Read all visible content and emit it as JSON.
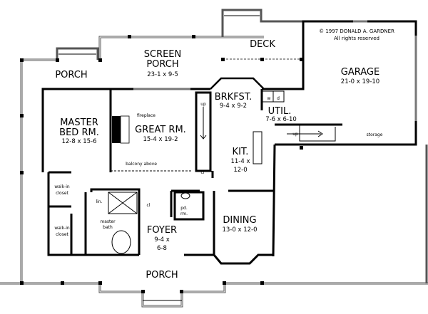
{
  "copyright": {
    "line1": "© 1997 DONALD A. GARDNER",
    "line2": "All rights reserved"
  },
  "rooms": {
    "screen_porch": {
      "name1": "SCREEN",
      "name2": "PORCH",
      "dims": "23-1 x 9-5"
    },
    "porch_rear": {
      "name": "PORCH"
    },
    "deck": {
      "name": "DECK"
    },
    "garage": {
      "name": "GARAGE",
      "dims": "21-0 x 19-10"
    },
    "brkfst": {
      "name": "BRKFST.",
      "dims": "9-4 x 9-2"
    },
    "util": {
      "name": "UTIL.",
      "dims": "7-6 x 6-10"
    },
    "master_bed": {
      "name1": "MASTER",
      "name2": "BED RM.",
      "dims": "12-8 x 15-6"
    },
    "great_rm": {
      "name": "GREAT RM.",
      "dims": "15-4 x 19-2"
    },
    "kit": {
      "name": "KIT.",
      "dims1": "11-4 x",
      "dims2": "12-0"
    },
    "dining": {
      "name": "DINING",
      "dims": "13-0 x 12-0"
    },
    "foyer": {
      "name": "FOYER",
      "dims1": "9-4 x",
      "dims2": "6-8"
    },
    "porch_front": {
      "name": "PORCH"
    }
  },
  "annotations": {
    "fireplace": "fireplace",
    "balcony": "balcony above",
    "stair_up_1": "up",
    "stair_up_2": "up",
    "storage": "storage",
    "closet_1": "cl",
    "closet_2": "cl",
    "walkin_1a": "walk-in",
    "walkin_1b": "closet",
    "walkin_2a": "walk-in",
    "walkin_2b": "closet",
    "linen": "lin.",
    "master_bath_a": "master",
    "master_bath_b": "bath",
    "pd_rm_a": "pd.",
    "pd_rm_b": "rm.",
    "washer": "w",
    "dryer": "d"
  }
}
